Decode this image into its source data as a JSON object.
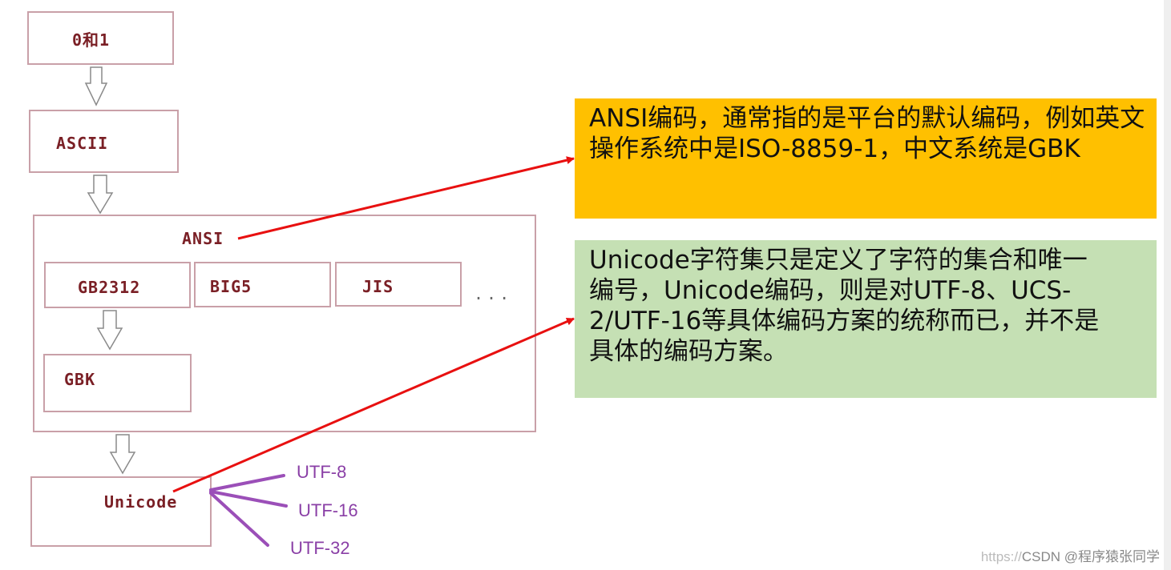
{
  "boxes": {
    "bits": "0和1",
    "ascii": "ASCII",
    "ansi": "ANSI",
    "gb2312": "GB2312",
    "big5": "BIG5",
    "jis": "JIS",
    "more": "...",
    "gbk": "GBK",
    "unicode": "Unicode"
  },
  "encodings": [
    "UTF-8",
    "UTF-16",
    "UTF-32"
  ],
  "notes": {
    "ansi": "ANSI编码，通常指的是平台的默认编码，例如英文操作系统中是ISO-8859-1，中文系统是GBK",
    "unicode": "Unicode字符集只是定义了字符的集合和唯一编号，Unicode编码，则是对UTF-8、UCS-2/UTF-16等具体编码方案的统称而已，并不是具体的编码方案。"
  },
  "colors": {
    "ansi_note_bg": "#ffc000",
    "unicode_note_bg": "#c5e0b4",
    "pointer_arrow": "#e81010",
    "encoding_lines": "#9b4fb8",
    "box_border": "#c9a0a8"
  },
  "watermark": "CSDN @程序猿张同学"
}
